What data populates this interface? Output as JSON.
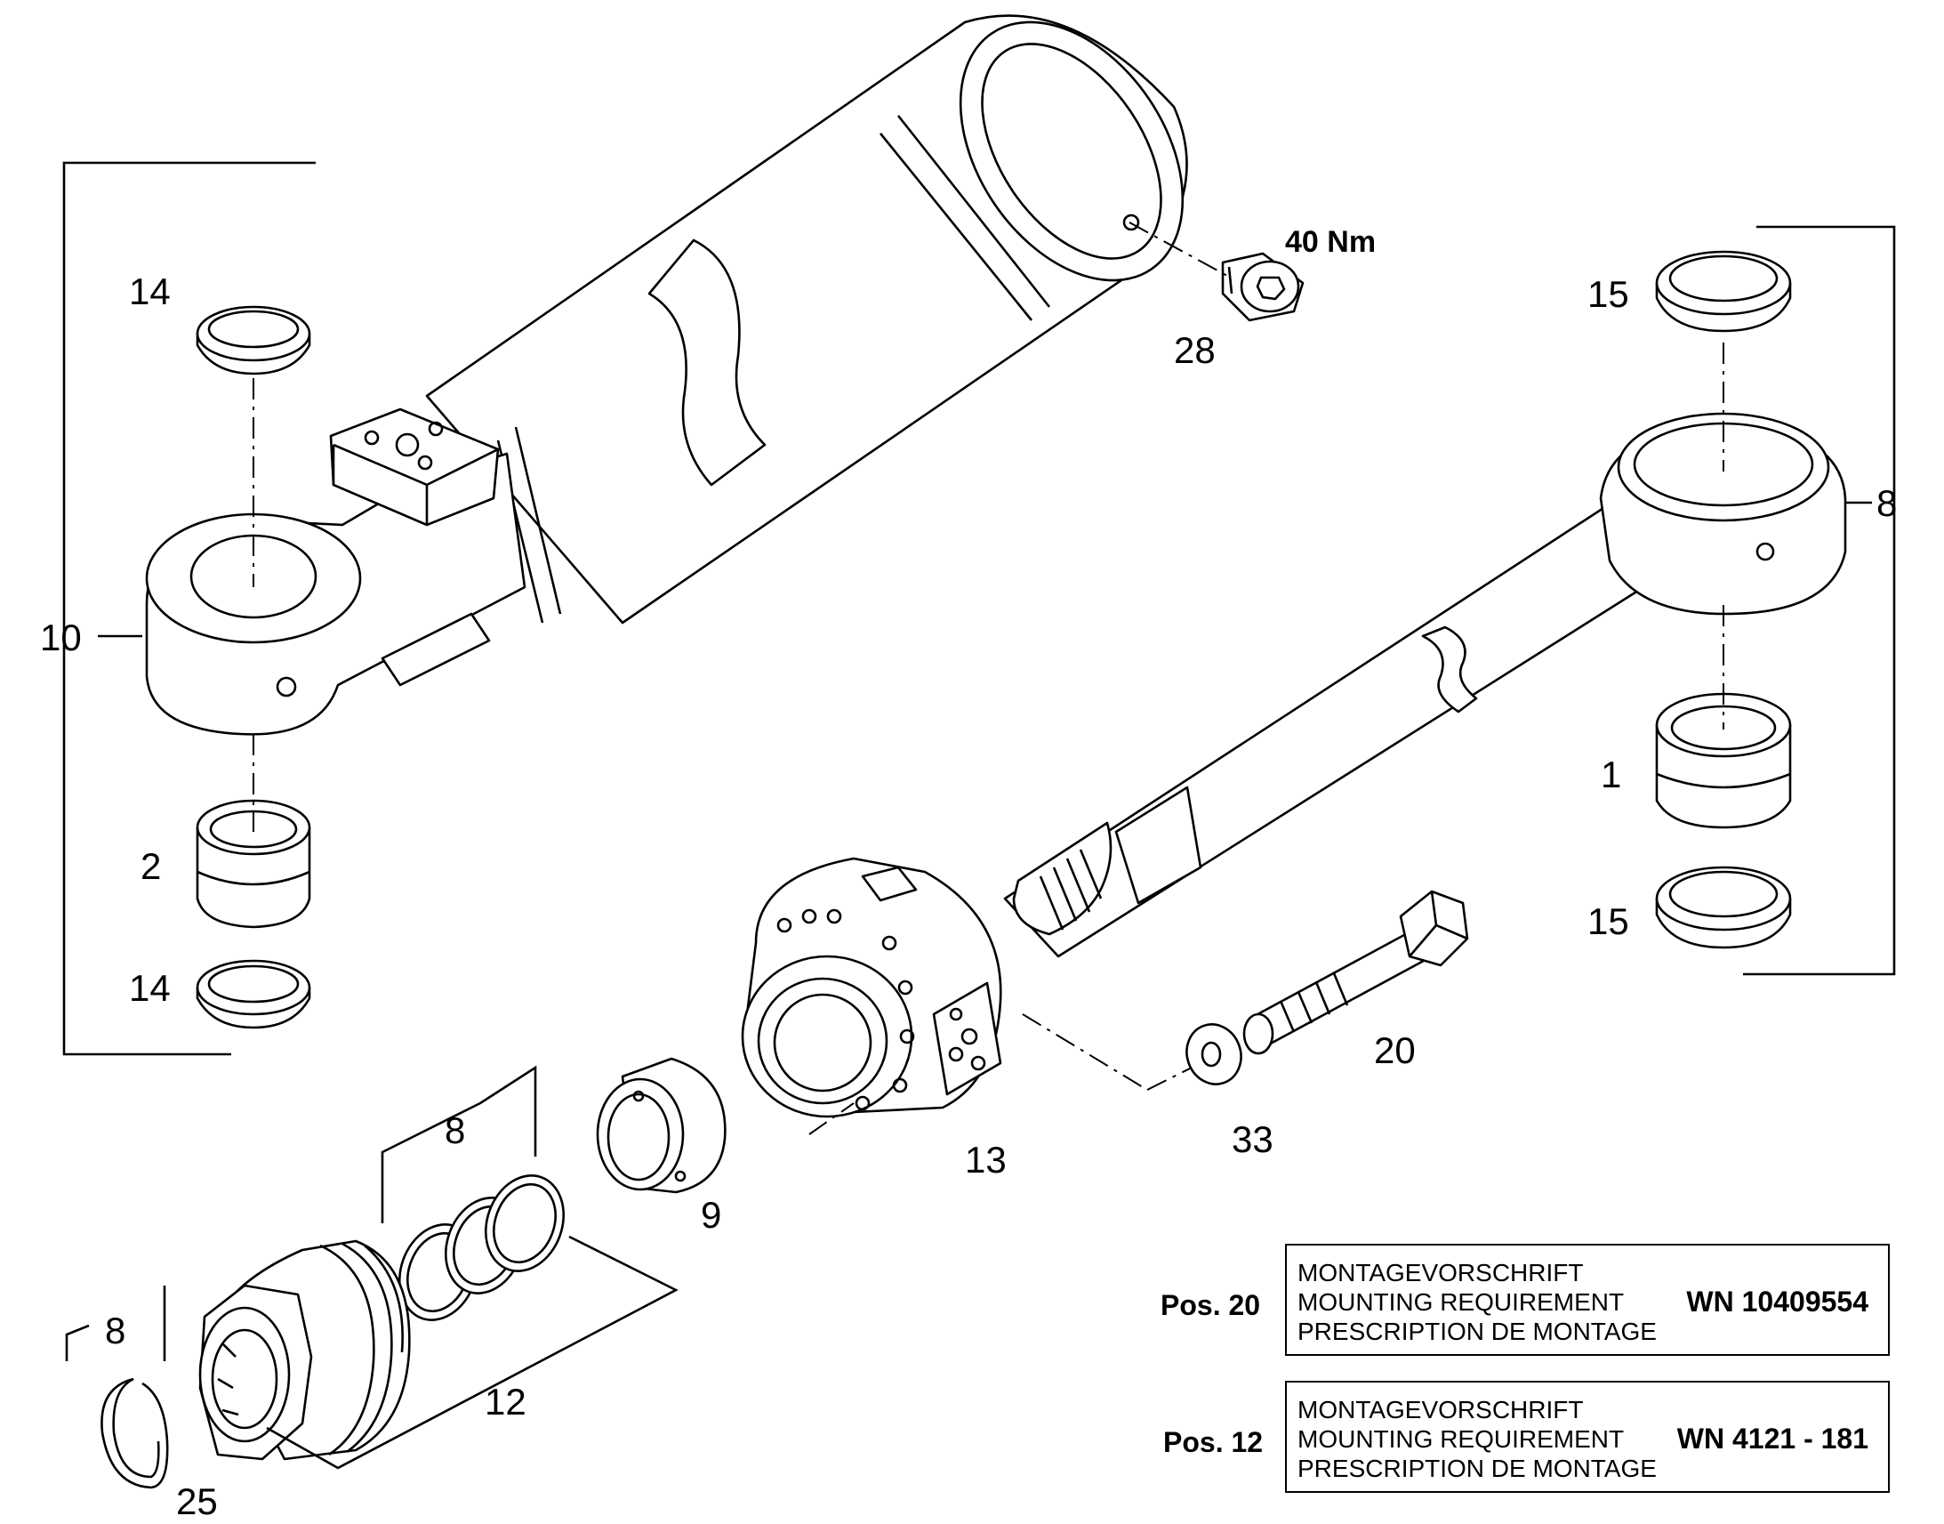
{
  "torque_label": "40 Nm",
  "callouts": {
    "c10": "10",
    "c14a": "14",
    "c2": "2",
    "c14b": "14",
    "c28": "28",
    "c15a": "15",
    "c8a": "8",
    "c1": "1",
    "c15b": "15",
    "c20": "20",
    "c33": "33",
    "c13": "13",
    "c9": "9",
    "c8b": "8",
    "c12": "12",
    "c8c": "8",
    "c25": "25"
  },
  "notes": [
    {
      "pos_label": "Pos. 20",
      "lines": [
        "MONTAGEVORSCHRIFT",
        "MOUNTING REQUIREMENT",
        "PRESCRIPTION DE MONTAGE"
      ],
      "standard": "WN 10409554"
    },
    {
      "pos_label": "Pos. 12",
      "lines": [
        "MONTAGEVORSCHRIFT",
        "MOUNTING REQUIREMENT",
        "PRESCRIPTION DE MONTAGE"
      ],
      "standard": "WN 4121 - 181"
    }
  ]
}
